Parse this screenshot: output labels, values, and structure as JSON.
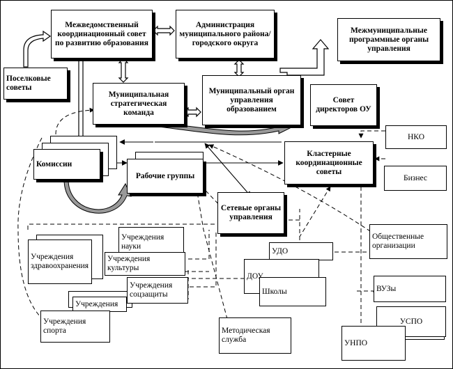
{
  "nodes": {
    "council": "Межведомственный координационный совет по развитию образования",
    "admin": "Администрация муниципального района/городского округа",
    "intermunicipal": "Межмуниципальные программные органы управления",
    "settlement": "Поселковые советы",
    "strategic": "Муниципальная стратегическая команда",
    "municipal_body": "Муниципальный орган управления образованием",
    "directors": "Совет директоров ОУ",
    "nko": "НКО",
    "cluster": "Кластерные координационные советы",
    "business": "Бизнес",
    "commissions": "Комиссии",
    "workgroups": "Рабочие группы",
    "network": "Сетевые органы управления",
    "public_orgs": "Общественные организации",
    "science": "Учреждения науки",
    "health": "Учреждения здравоохранения",
    "culture": "Учреждения культуры",
    "social": "Учреждения соцзащиты",
    "institutions": "Учреждения",
    "sport": "Учреждения спорта",
    "udo": "УДО",
    "dou": "ДОУ",
    "schools": "Школы",
    "vuz": "ВУЗы",
    "method": "Методическая служба",
    "uspo": "УСПО",
    "unpo": "УНПО"
  }
}
